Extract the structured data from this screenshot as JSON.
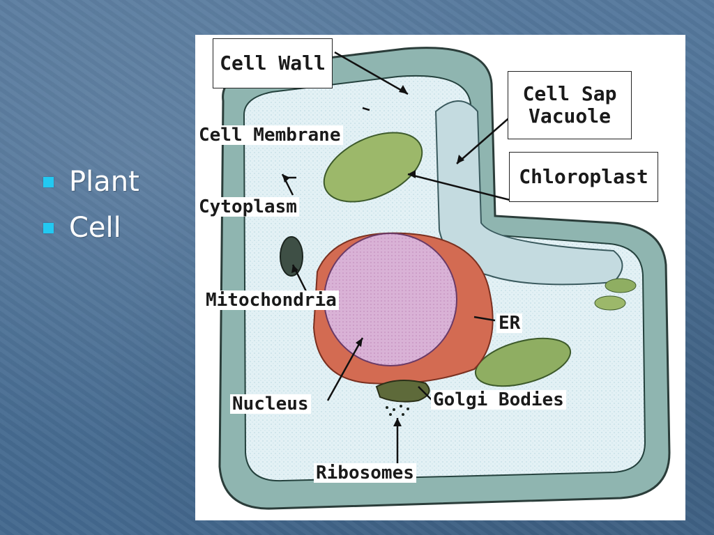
{
  "slide": {
    "bullets": [
      {
        "label": "Plant"
      },
      {
        "label": "Cell"
      }
    ]
  },
  "diagram": {
    "labels": {
      "cell_wall": "Cell Wall",
      "cell_sap_vacuole_line1": "Cell Sap",
      "cell_sap_vacuole_line2": "Vacuole",
      "chloroplast": "Chloroplast",
      "cell_membrane": "Cell Membrane",
      "cytoplasm": "Cytoplasm",
      "mitochondria": "Mitochondria",
      "er": "ER",
      "nucleus": "Nucleus",
      "golgi_bodies": "Golgi Bodies",
      "ribosomes": "Ribosomes"
    }
  },
  "colors": {
    "background": "#4d7398",
    "bullet": "#22c9f2",
    "cell_wall": "#7fa7a0",
    "cytoplasm": "#d6eef4",
    "nucleus": "#d6a6cf",
    "er": "#d36b52",
    "chloroplast": "#9cb86a"
  }
}
